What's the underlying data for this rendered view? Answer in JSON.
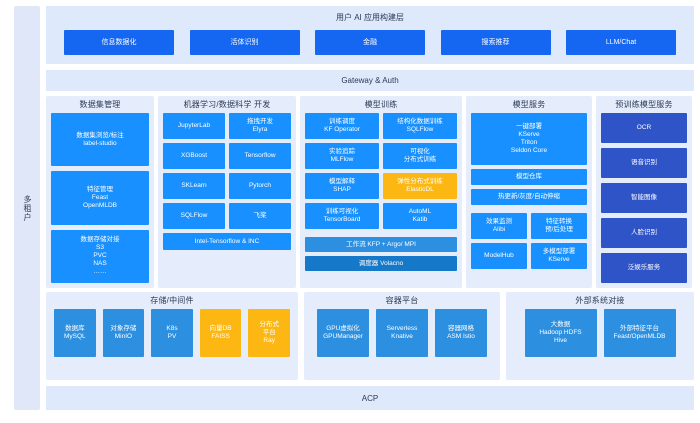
{
  "tenant_rail": {
    "label": "多租户"
  },
  "app_layer": {
    "title": "用户 AI 应用构建层",
    "buttons": [
      {
        "label": "信息数据化"
      },
      {
        "label": "活体识别"
      },
      {
        "label": "金融"
      },
      {
        "label": "搜索推荐"
      },
      {
        "label": "LLM/Chat"
      }
    ]
  },
  "gateway": {
    "label": "Gateway & Auth"
  },
  "columns": {
    "data_management": {
      "title": "数据集管理",
      "tiles": [
        {
          "lines": [
            "数据集浏览/标注",
            "label-studio"
          ]
        },
        {
          "lines": [
            "特征管理",
            "Feast",
            "OpenMLDB"
          ]
        },
        {
          "lines": [
            "数据存储对接",
            "S3",
            "PVC",
            "NAS",
            "……"
          ]
        }
      ]
    },
    "ml_dev": {
      "title": "机器学习/数据科学 开发",
      "tiles": [
        {
          "lines": [
            "JupyterLab"
          ]
        },
        {
          "lines": [
            "拖拽开发",
            "Elyra"
          ]
        },
        {
          "lines": [
            "XGBoost"
          ]
        },
        {
          "lines": [
            "Tensorflow"
          ]
        },
        {
          "lines": [
            "SKLearn"
          ]
        },
        {
          "lines": [
            "Pytorch"
          ]
        },
        {
          "lines": [
            "SQLFlow"
          ]
        },
        {
          "lines": [
            "飞桨"
          ]
        }
      ],
      "wide": {
        "lines": [
          "Intel-Tensorflow & INC"
        ]
      }
    },
    "model_training": {
      "title": "模型训练",
      "tiles": [
        {
          "lines": [
            "训练调度",
            "KF Operator"
          ],
          "color": "blue"
        },
        {
          "lines": [
            "结构化数据训练",
            "SQLFlow"
          ],
          "color": "blue"
        },
        {
          "lines": [
            "实验追踪",
            "MLFlow"
          ],
          "color": "blue"
        },
        {
          "lines": [
            "可视化",
            "分布式训练"
          ],
          "color": "blue"
        },
        {
          "lines": [
            "模型解释",
            "SHAP"
          ],
          "color": "blue"
        },
        {
          "lines": [
            "弹性分布式训练",
            "ElasticDL"
          ],
          "color": "orange"
        },
        {
          "lines": [
            "训练可视化",
            "TensorBoard"
          ],
          "color": "blue"
        },
        {
          "lines": [
            "AutoML",
            "Katib"
          ],
          "color": "blue"
        }
      ],
      "bars": [
        {
          "label": "工作流 KFP + Argo/ MPI",
          "color": "mid"
        },
        {
          "label": "调度器 Volacno",
          "color": "deep"
        }
      ]
    },
    "model_service": {
      "title": "模型服务",
      "big": {
        "lines": [
          "一键部署",
          "KServe",
          "Triton",
          "Seldon Core"
        ]
      },
      "lines_tiles": [
        {
          "lines": [
            "模型仓库"
          ]
        },
        {
          "lines": [
            "热更新/灰度/自动伸缩"
          ]
        }
      ],
      "grid": [
        {
          "lines": [
            "效果监测",
            "Alibi"
          ]
        },
        {
          "lines": [
            "特征转换",
            "预/后处理"
          ]
        },
        {
          "lines": [
            "ModelHub"
          ]
        },
        {
          "lines": [
            "多模型部署",
            "KServe"
          ]
        }
      ]
    },
    "pretrained": {
      "title": "预训练模型服务",
      "tiles": [
        {
          "lines": [
            "OCR"
          ]
        },
        {
          "lines": [
            "语音识别"
          ]
        },
        {
          "lines": [
            "智能图像"
          ]
        },
        {
          "lines": [
            "人脸识别"
          ]
        },
        {
          "lines": [
            "泛娱乐服务"
          ]
        }
      ]
    }
  },
  "infra": {
    "storage": {
      "title": "存储/中间件",
      "tiles": [
        {
          "lines": [
            "数据库",
            "MySQL"
          ],
          "color": "mid"
        },
        {
          "lines": [
            "对象存储",
            "MinIO"
          ],
          "color": "mid"
        },
        {
          "lines": [
            "K8s",
            "PV"
          ],
          "color": "mid"
        },
        {
          "lines": [
            "向量DB",
            "FAISS"
          ],
          "color": "orange"
        },
        {
          "lines": [
            "分布式",
            "平台",
            "Ray"
          ],
          "color": "orange"
        }
      ]
    },
    "container": {
      "title": "容器平台",
      "tiles": [
        {
          "lines": [
            "GPU虚拟化",
            "GPUManager"
          ],
          "color": "mid"
        },
        {
          "lines": [
            "Serverless",
            "Knative"
          ],
          "color": "mid"
        },
        {
          "lines": [
            "容器网格",
            "ASM Istio"
          ],
          "color": "mid"
        }
      ]
    },
    "external": {
      "title": "外部系统对接",
      "tiles": [
        {
          "lines": [
            "大数据",
            "Hadoop HDFS",
            "Hive"
          ],
          "color": "mid"
        },
        {
          "lines": [
            "外部特征平台",
            "Feast/OpenMLDB"
          ],
          "color": "mid"
        }
      ]
    }
  },
  "acp": {
    "label": "ACP"
  },
  "colors": {
    "brand_blue": "#1566f0",
    "tile_blue": "#1890ff",
    "tile_mid": "#2d8fe0",
    "tile_deep": "#1678c8",
    "orange": "#fcb712",
    "indigo": "#2f54c8",
    "panel_bg": "#e5ecfb",
    "band_bg": "#dfe9fc"
  }
}
